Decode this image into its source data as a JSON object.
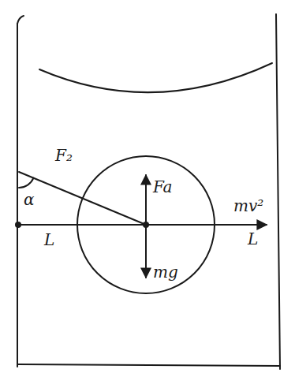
{
  "diagram": {
    "labels": [
      "F₂",
      "α",
      "Fa",
      "mg",
      "mv²",
      "L",
      "L"
    ]
  }
}
